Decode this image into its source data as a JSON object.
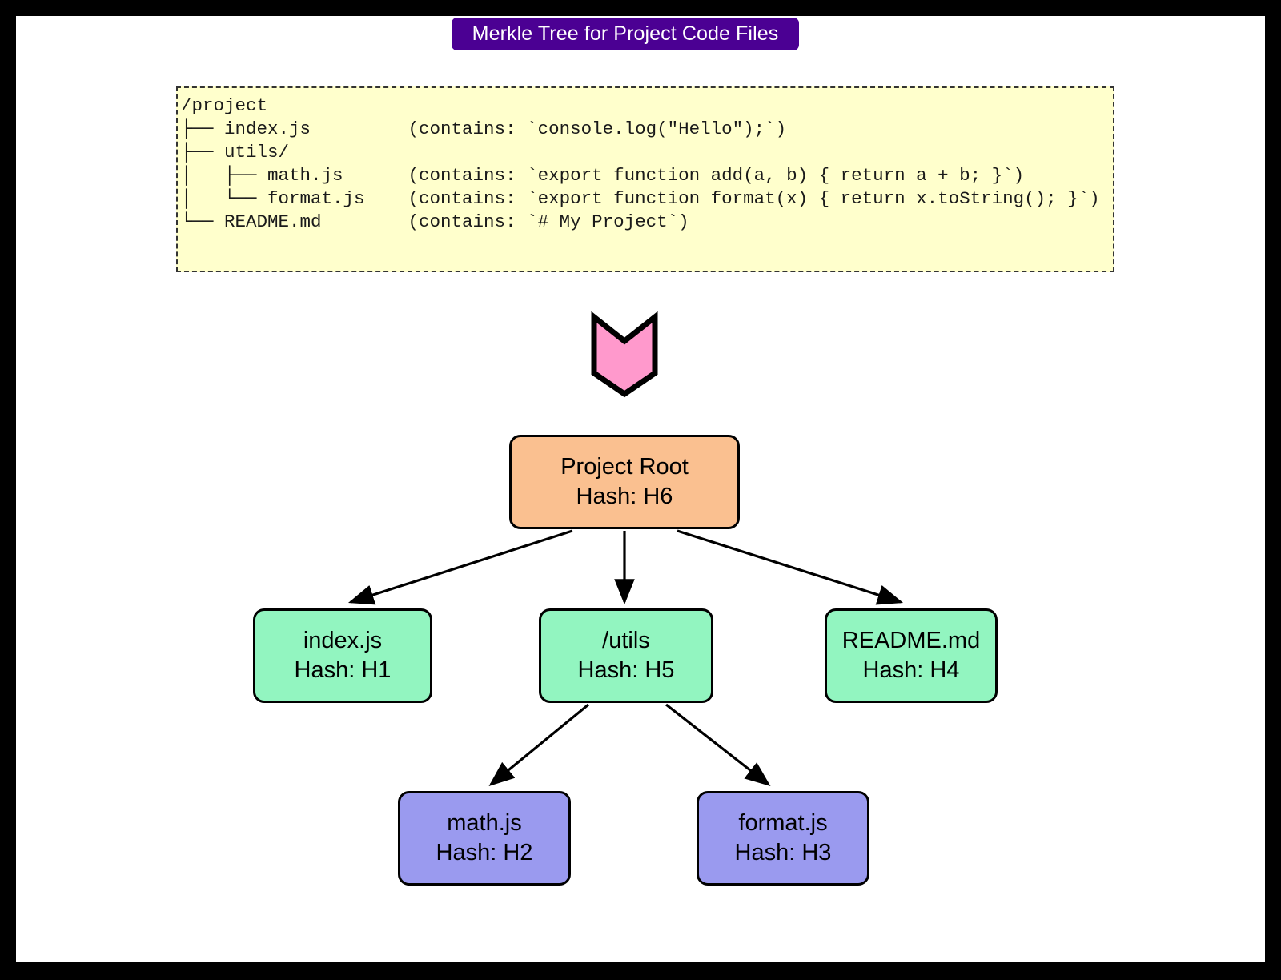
{
  "title": {
    "text": "Merkle Tree for Project Code Files",
    "background_color": "#4b0093",
    "text_color": "#ffffff"
  },
  "code_block": {
    "background_color": "#ffffcc",
    "border_style": "dashed",
    "text": "/project\n├── index.js         (contains: `console.log(\"Hello\");`)\n├── utils/\n│   ├── math.js      (contains: `export function add(a, b) { return a + b; }`)\n│   └── format.js    (contains: `export function format(x) { return x.toString(); }`)\n└── README.md        (contains: `# My Project`)"
  },
  "pink_arrow": {
    "icon": "down-arrow-icon",
    "fill_color": "#ff99cc",
    "stroke_color": "#000000"
  },
  "chart_data": {
    "type": "diagram",
    "diagram_kind": "merkle-tree",
    "title": "Merkle Tree for Project Code Files",
    "nodes": [
      {
        "id": "root",
        "line1": "Project Root",
        "line2": "Hash: H6",
        "color": "#fac090",
        "level": 0
      },
      {
        "id": "index",
        "line1": "index.js",
        "line2": "Hash: H1",
        "color": "#92f5c0",
        "level": 1
      },
      {
        "id": "utils",
        "line1": "/utils",
        "line2": "Hash: H5",
        "color": "#92f5c0",
        "level": 1
      },
      {
        "id": "readme",
        "line1": "README.md",
        "line2": "Hash: H4",
        "color": "#92f5c0",
        "level": 1
      },
      {
        "id": "math",
        "line1": "math.js",
        "line2": "Hash: H2",
        "color": "#9a9aef",
        "level": 2
      },
      {
        "id": "format",
        "line1": "format.js",
        "line2": "Hash: H3",
        "color": "#9a9aef",
        "level": 2
      }
    ],
    "edges": [
      {
        "from": "root",
        "to": "index"
      },
      {
        "from": "root",
        "to": "utils"
      },
      {
        "from": "root",
        "to": "readme"
      },
      {
        "from": "utils",
        "to": "math"
      },
      {
        "from": "utils",
        "to": "format"
      }
    ]
  }
}
